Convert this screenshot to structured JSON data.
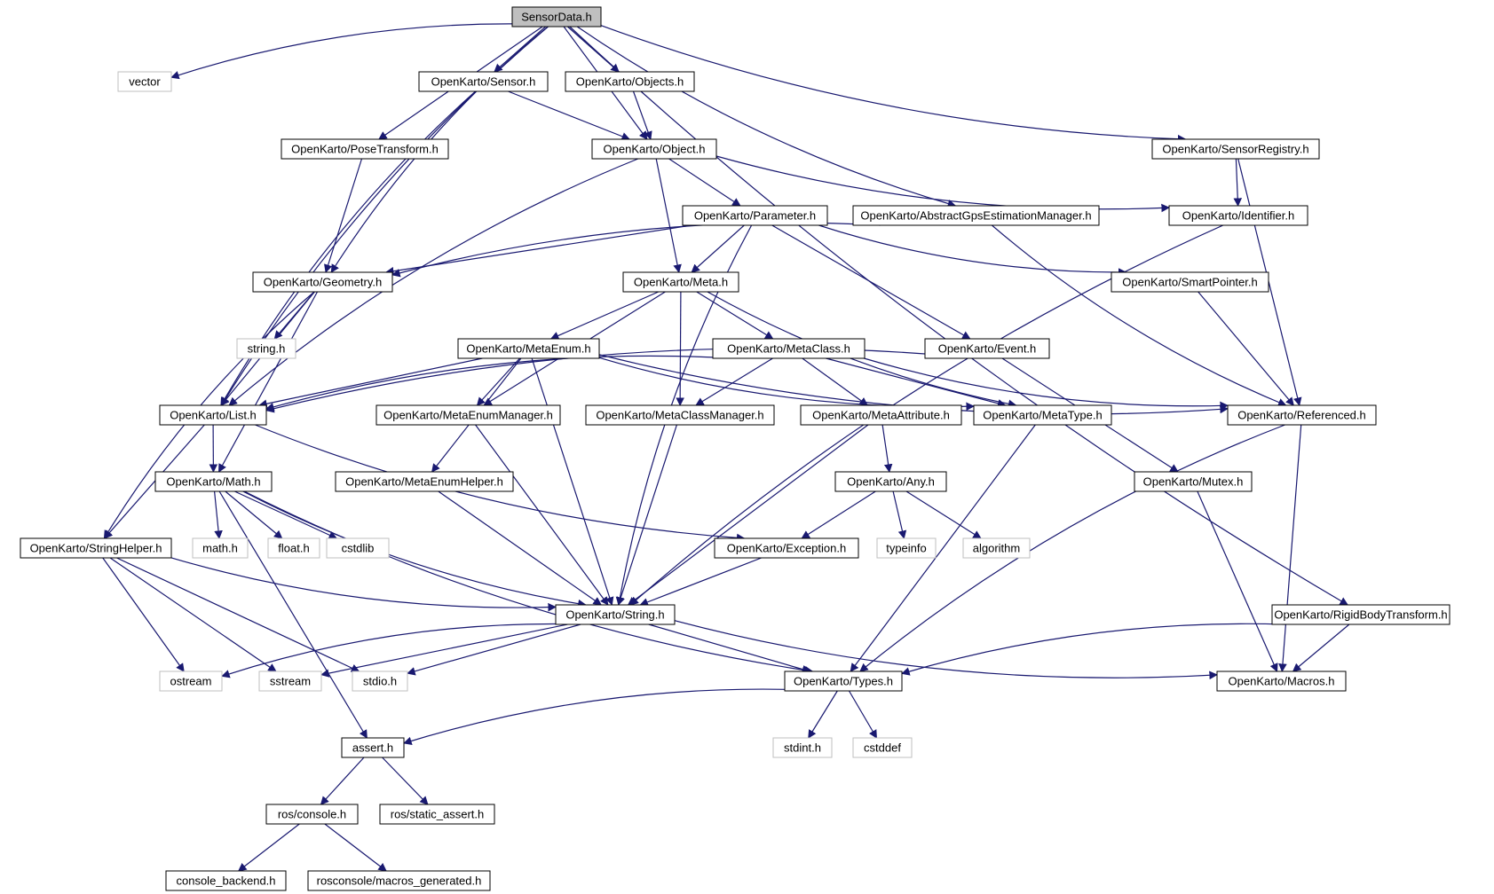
{
  "graph": {
    "colors": {
      "edge": "#191970",
      "node_border": "#000000",
      "root_fill": "#bfbfbf",
      "system_border": "#bfbfbf"
    },
    "nodes": [
      {
        "id": "SensorData",
        "label": "SensorData.h",
        "kind": "root"
      },
      {
        "id": "vector",
        "label": "vector",
        "kind": "system"
      },
      {
        "id": "Sensor",
        "label": "OpenKarto/Sensor.h",
        "kind": "local"
      },
      {
        "id": "Objects",
        "label": "OpenKarto/Objects.h",
        "kind": "local"
      },
      {
        "id": "PoseTransform",
        "label": "OpenKarto/PoseTransform.h",
        "kind": "local"
      },
      {
        "id": "Object",
        "label": "OpenKarto/Object.h",
        "kind": "local"
      },
      {
        "id": "SensorRegistry",
        "label": "OpenKarto/SensorRegistry.h",
        "kind": "local"
      },
      {
        "id": "Parameter",
        "label": "OpenKarto/Parameter.h",
        "kind": "local"
      },
      {
        "id": "AbstractGps",
        "label": "OpenKarto/AbstractGpsEstimationManager.h",
        "kind": "local"
      },
      {
        "id": "Identifier",
        "label": "OpenKarto/Identifier.h",
        "kind": "local"
      },
      {
        "id": "Geometry",
        "label": "OpenKarto/Geometry.h",
        "kind": "local"
      },
      {
        "id": "Meta",
        "label": "OpenKarto/Meta.h",
        "kind": "local"
      },
      {
        "id": "SmartPointer",
        "label": "OpenKarto/SmartPointer.h",
        "kind": "local"
      },
      {
        "id": "stringh",
        "label": "string.h",
        "kind": "system"
      },
      {
        "id": "MetaEnum",
        "label": "OpenKarto/MetaEnum.h",
        "kind": "local"
      },
      {
        "id": "MetaClass",
        "label": "OpenKarto/MetaClass.h",
        "kind": "local"
      },
      {
        "id": "Event",
        "label": "OpenKarto/Event.h",
        "kind": "local"
      },
      {
        "id": "List",
        "label": "OpenKarto/List.h",
        "kind": "local"
      },
      {
        "id": "MetaEnumManager",
        "label": "OpenKarto/MetaEnumManager.h",
        "kind": "local"
      },
      {
        "id": "MetaClassManager",
        "label": "OpenKarto/MetaClassManager.h",
        "kind": "local"
      },
      {
        "id": "MetaAttribute",
        "label": "OpenKarto/MetaAttribute.h",
        "kind": "local"
      },
      {
        "id": "MetaType",
        "label": "OpenKarto/MetaType.h",
        "kind": "local"
      },
      {
        "id": "Referenced",
        "label": "OpenKarto/Referenced.h",
        "kind": "local"
      },
      {
        "id": "Math",
        "label": "OpenKarto/Math.h",
        "kind": "local"
      },
      {
        "id": "MetaEnumHelper",
        "label": "OpenKarto/MetaEnumHelper.h",
        "kind": "local"
      },
      {
        "id": "Any",
        "label": "OpenKarto/Any.h",
        "kind": "local"
      },
      {
        "id": "Mutex",
        "label": "OpenKarto/Mutex.h",
        "kind": "local"
      },
      {
        "id": "StringHelper",
        "label": "OpenKarto/StringHelper.h",
        "kind": "local"
      },
      {
        "id": "mathh",
        "label": "math.h",
        "kind": "system"
      },
      {
        "id": "floath",
        "label": "float.h",
        "kind": "system"
      },
      {
        "id": "cstdlib",
        "label": "cstdlib",
        "kind": "system"
      },
      {
        "id": "Exception",
        "label": "OpenKarto/Exception.h",
        "kind": "local"
      },
      {
        "id": "typeinfo",
        "label": "typeinfo",
        "kind": "system"
      },
      {
        "id": "algorithm",
        "label": "algorithm",
        "kind": "system"
      },
      {
        "id": "String",
        "label": "OpenKarto/String.h",
        "kind": "local"
      },
      {
        "id": "RigidBody",
        "label": "OpenKarto/RigidBodyTransform.h",
        "kind": "local"
      },
      {
        "id": "ostream",
        "label": "ostream",
        "kind": "system"
      },
      {
        "id": "sstream",
        "label": "sstream",
        "kind": "system"
      },
      {
        "id": "stdioh",
        "label": "stdio.h",
        "kind": "system"
      },
      {
        "id": "Types",
        "label": "OpenKarto/Types.h",
        "kind": "local"
      },
      {
        "id": "Macros",
        "label": "OpenKarto/Macros.h",
        "kind": "local"
      },
      {
        "id": "stdinth",
        "label": "stdint.h",
        "kind": "system"
      },
      {
        "id": "cstddef",
        "label": "cstddef",
        "kind": "system"
      },
      {
        "id": "asserth",
        "label": "assert.h",
        "kind": "local"
      },
      {
        "id": "rosconsole",
        "label": "ros/console.h",
        "kind": "local"
      },
      {
        "id": "rosstatic",
        "label": "ros/static_assert.h",
        "kind": "local"
      },
      {
        "id": "consolebackend",
        "label": "console_backend.h",
        "kind": "local"
      },
      {
        "id": "macrosgen",
        "label": "rosconsole/macros_generated.h",
        "kind": "local"
      }
    ],
    "edges": [
      [
        "SensorData",
        "vector"
      ],
      [
        "SensorData",
        "Sensor"
      ],
      [
        "SensorData",
        "Objects"
      ],
      [
        "SensorData",
        "PoseTransform"
      ],
      [
        "SensorData",
        "Object"
      ],
      [
        "SensorData",
        "SensorRegistry"
      ],
      [
        "SensorData",
        "AbstractGps"
      ],
      [
        "SensorData",
        "Geometry"
      ],
      [
        "SensorData",
        "List"
      ],
      [
        "SensorData",
        "RigidBody"
      ],
      [
        "Sensor",
        "Object"
      ],
      [
        "Sensor",
        "List"
      ],
      [
        "Objects",
        "Object"
      ],
      [
        "PoseTransform",
        "Geometry"
      ],
      [
        "Object",
        "Parameter"
      ],
      [
        "Object",
        "Meta"
      ],
      [
        "Object",
        "Identifier"
      ],
      [
        "Object",
        "List"
      ],
      [
        "SensorRegistry",
        "Identifier"
      ],
      [
        "SensorRegistry",
        "Referenced"
      ],
      [
        "Parameter",
        "Geometry"
      ],
      [
        "Parameter",
        "Meta"
      ],
      [
        "Parameter",
        "SmartPointer"
      ],
      [
        "Parameter",
        "Event"
      ],
      [
        "Parameter",
        "String"
      ],
      [
        "AbstractGps",
        "Geometry"
      ],
      [
        "AbstractGps",
        "Referenced"
      ],
      [
        "Identifier",
        "String"
      ],
      [
        "Geometry",
        "stringh"
      ],
      [
        "Geometry",
        "List"
      ],
      [
        "Geometry",
        "Math"
      ],
      [
        "Geometry",
        "StringHelper"
      ],
      [
        "Meta",
        "MetaEnum"
      ],
      [
        "Meta",
        "MetaClass"
      ],
      [
        "Meta",
        "MetaClassManager"
      ],
      [
        "Meta",
        "MetaEnumManager"
      ],
      [
        "Meta",
        "MetaType"
      ],
      [
        "SmartPointer",
        "Referenced"
      ],
      [
        "MetaEnum",
        "List"
      ],
      [
        "MetaEnum",
        "MetaEnumManager"
      ],
      [
        "MetaEnum",
        "MetaEnumHelper"
      ],
      [
        "MetaEnum",
        "MetaType"
      ],
      [
        "MetaEnum",
        "Referenced"
      ],
      [
        "MetaEnum",
        "String"
      ],
      [
        "MetaClass",
        "List"
      ],
      [
        "MetaClass",
        "MetaClassManager"
      ],
      [
        "MetaClass",
        "MetaAttribute"
      ],
      [
        "MetaClass",
        "MetaType"
      ],
      [
        "MetaClass",
        "Referenced"
      ],
      [
        "Event",
        "List"
      ],
      [
        "Event",
        "Mutex"
      ],
      [
        "List",
        "Math"
      ],
      [
        "List",
        "StringHelper"
      ],
      [
        "List",
        "Exception"
      ],
      [
        "MetaEnumManager",
        "String"
      ],
      [
        "MetaClassManager",
        "String"
      ],
      [
        "MetaAttribute",
        "Any"
      ],
      [
        "MetaAttribute",
        "String"
      ],
      [
        "MetaType",
        "Types"
      ],
      [
        "Referenced",
        "Types"
      ],
      [
        "Referenced",
        "Macros"
      ],
      [
        "Math",
        "mathh"
      ],
      [
        "Math",
        "floath"
      ],
      [
        "Math",
        "cstdlib"
      ],
      [
        "Math",
        "String"
      ],
      [
        "Math",
        "Types"
      ],
      [
        "Math",
        "asserth"
      ],
      [
        "MetaEnumHelper",
        "String"
      ],
      [
        "Any",
        "Exception"
      ],
      [
        "Any",
        "typeinfo"
      ],
      [
        "Any",
        "algorithm"
      ],
      [
        "Mutex",
        "Macros"
      ],
      [
        "StringHelper",
        "String"
      ],
      [
        "StringHelper",
        "ostream"
      ],
      [
        "StringHelper",
        "sstream"
      ],
      [
        "StringHelper",
        "stdioh"
      ],
      [
        "Exception",
        "String"
      ],
      [
        "String",
        "ostream"
      ],
      [
        "String",
        "sstream"
      ],
      [
        "String",
        "stdioh"
      ],
      [
        "String",
        "Types"
      ],
      [
        "String",
        "Macros"
      ],
      [
        "RigidBody",
        "Types"
      ],
      [
        "RigidBody",
        "Macros"
      ],
      [
        "Types",
        "stdinth"
      ],
      [
        "Types",
        "cstddef"
      ],
      [
        "Types",
        "asserth"
      ],
      [
        "asserth",
        "rosconsole"
      ],
      [
        "asserth",
        "rosstatic"
      ],
      [
        "rosconsole",
        "consolebackend"
      ],
      [
        "rosconsole",
        "macrosgen"
      ]
    ]
  }
}
